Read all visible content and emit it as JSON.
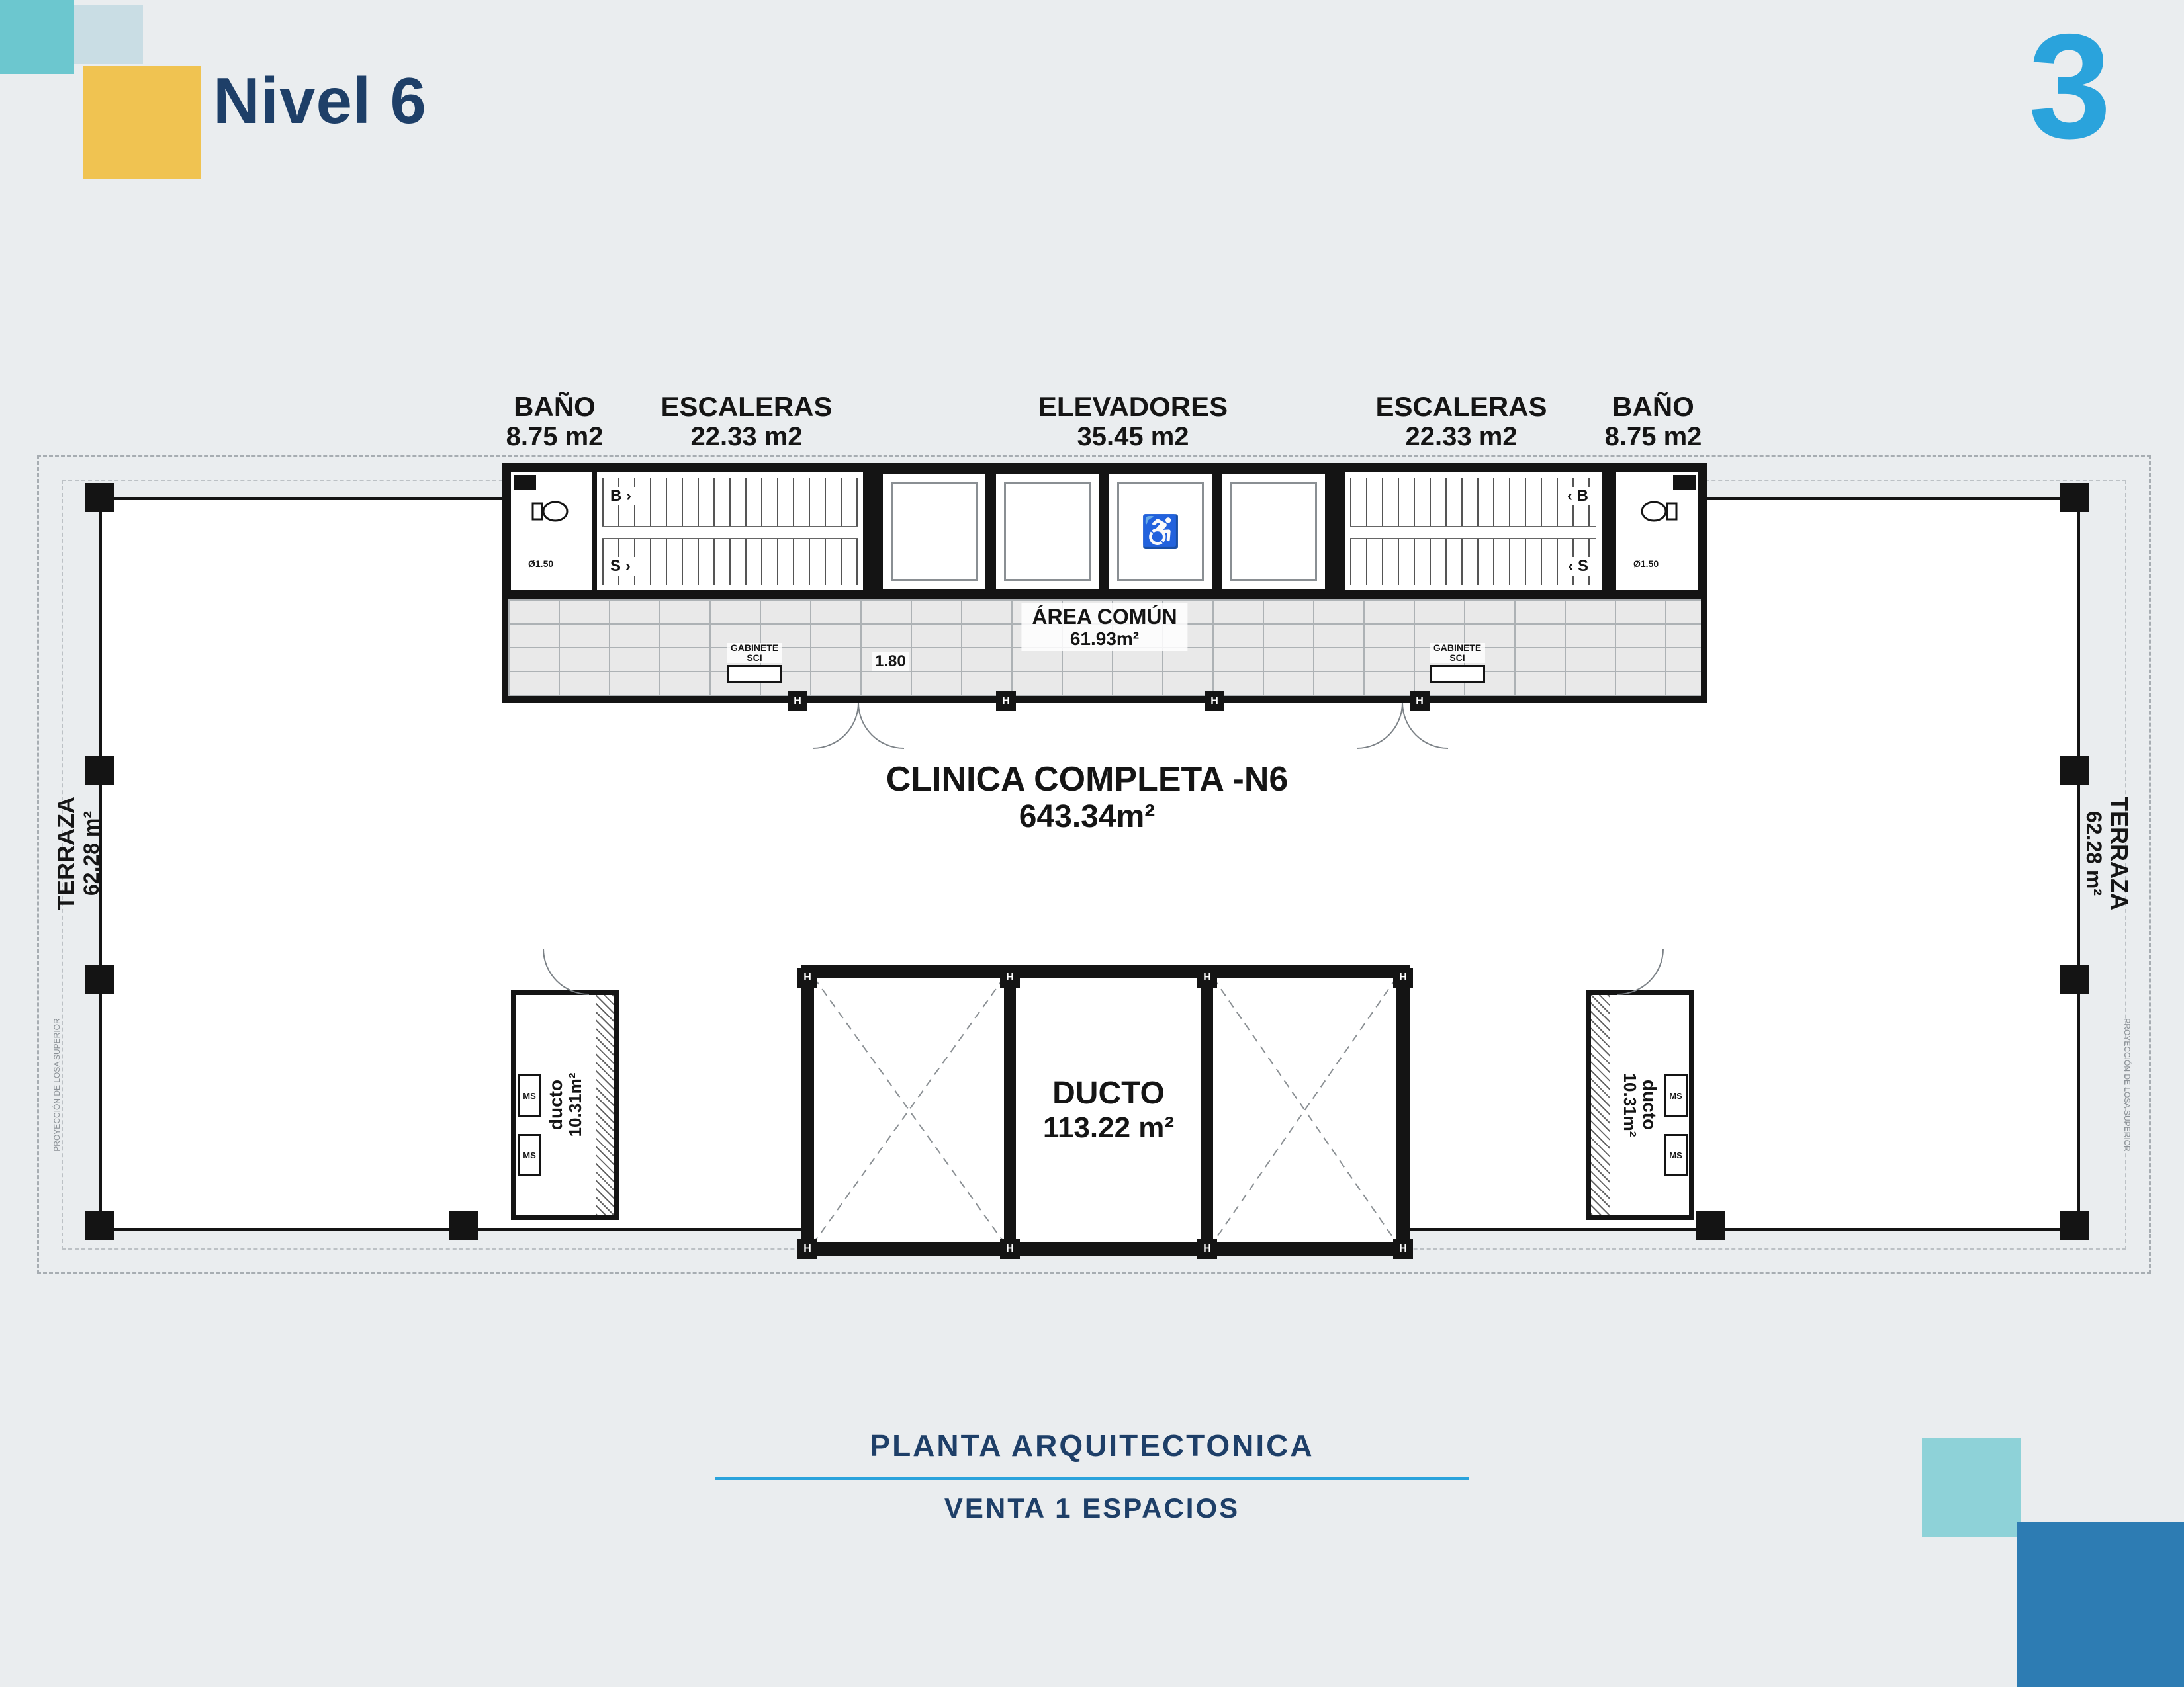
{
  "header": {
    "title": "Nivel 6",
    "logo": "3"
  },
  "top_labels": [
    {
      "name": "BAÑO",
      "area": "8.75 m2"
    },
    {
      "name": "ESCALERAS",
      "area": "22.33 m2"
    },
    {
      "name": "ELEVADORES",
      "area": "35.45 m2"
    },
    {
      "name": "ESCALERAS",
      "area": "22.33 m2"
    },
    {
      "name": "BAÑO",
      "area": "8.75 m2"
    }
  ],
  "rooms": {
    "area_comun": {
      "name": "ÁREA COMÚN",
      "area": "61.93m²"
    },
    "clinica": {
      "name": "CLINICA COMPLETA -N6",
      "area": "643.34m²"
    },
    "ducto": {
      "name": "DUCTO",
      "area": "113.22 m²"
    },
    "ducto_small": {
      "name": "ducto",
      "area": "10.31m²"
    },
    "terraza": {
      "name": "TERRAZA",
      "area": "62.28 m²"
    }
  },
  "annotations": {
    "gabinete_line1": "GABINETE",
    "gabinete_line2": "SCI",
    "dim": "1.80",
    "stair_up": "B",
    "stair_down": "S",
    "diameter": "Ø1.50",
    "ms": "MS",
    "column_symbol": "H",
    "losa": "PROYECCIÓN DE LOSA SUPERIOR"
  },
  "icons": {
    "chevron_right": "›",
    "chevron_left": "‹",
    "wheelchair": "♿"
  },
  "footer": {
    "line1": "PLANTA ARQUITECTONICA",
    "line2": "VENTA 1 ESPACIOS"
  },
  "colors": {
    "navy": "#1e3f68",
    "accent_blue": "#2aa3dc",
    "yellow": "#f0c351",
    "teal": "#6cc7cf",
    "wall_black": "#141414"
  }
}
